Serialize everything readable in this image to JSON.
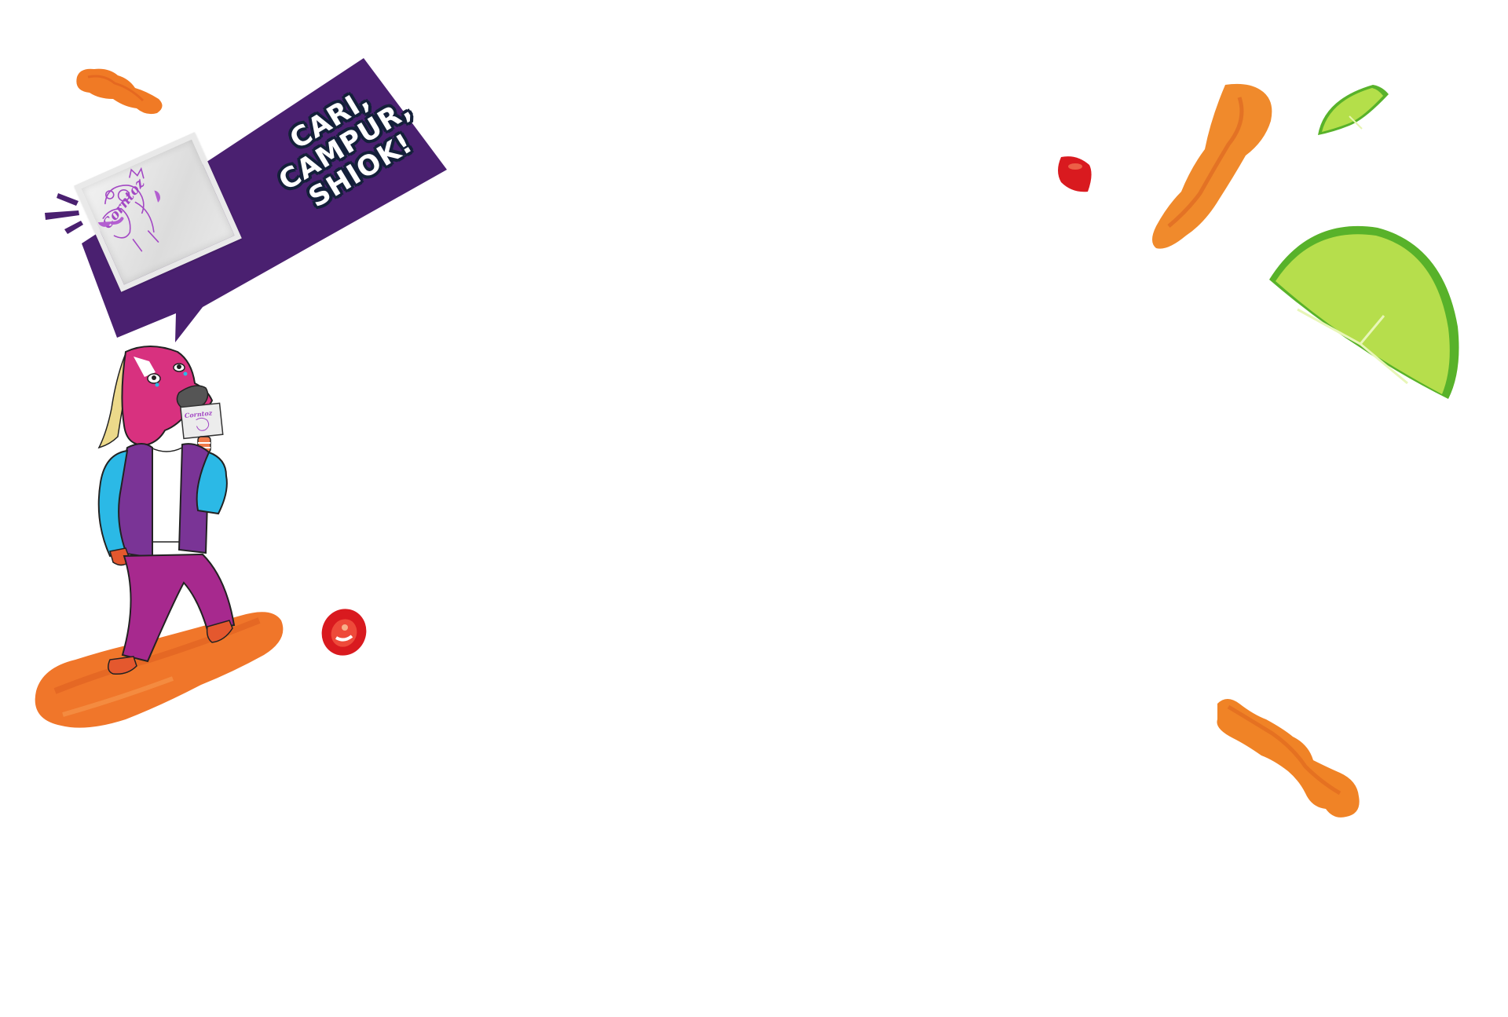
{
  "banner": {
    "slogan_lines": [
      "CARI,",
      "CAMPUR,",
      "SHIOK!"
    ],
    "sachet_brand": "Corntoz",
    "colors": {
      "banner_purple": "#4a2070",
      "slogan_text": "#ffffff",
      "slogan_outline": "#14203a",
      "sachet_logo": "#a348c4"
    }
  },
  "mascot": {
    "held_sachet_brand": "Corntoz",
    "colors": {
      "head": "#d8317f",
      "mane": "#ecd98a",
      "jacket": "#7a3496",
      "sleeves": "#2bb9e6",
      "pants": "#a7298e",
      "shirt": "#ffffff"
    }
  },
  "decorations": {
    "colors": {
      "snack_puff": "#f07a25",
      "chili": "#d91a1f",
      "lime": "#a8d63a",
      "lime_rind": "#58b22a"
    }
  }
}
